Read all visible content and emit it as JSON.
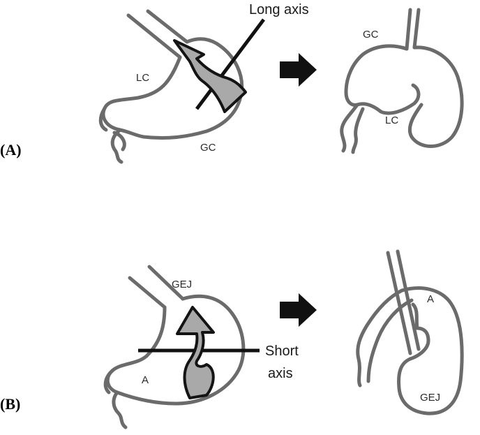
{
  "panels": {
    "a": {
      "panel_label": "(A)",
      "axis_label": "Long axis",
      "before": {
        "lc": "LC",
        "gc": "GC"
      },
      "after": {
        "gc": "GC",
        "lc": "LC"
      }
    },
    "b": {
      "panel_label": "(B)",
      "axis_label_line1": "Short",
      "axis_label_line2": "axis",
      "before": {
        "gej": "GEJ",
        "a": "A"
      },
      "after": {
        "a": "A",
        "gej": "GEJ"
      }
    }
  },
  "colors": {
    "outline": "#6b6b6b",
    "rotation_fill": "#a9a9a9",
    "axis_line": "#111111"
  },
  "icons": [
    "transform-arrow-icon",
    "rotation-arrow-icon"
  ]
}
